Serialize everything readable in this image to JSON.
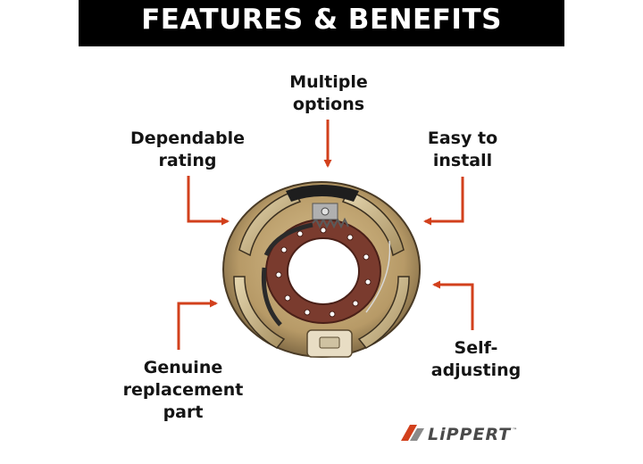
{
  "header": {
    "title": "FEATURES & BENEFITS"
  },
  "callouts": {
    "top": [
      "Multiple",
      "options"
    ],
    "left_top": [
      "Dependable",
      "rating"
    ],
    "right_top": [
      "Easy to",
      "install"
    ],
    "left_bottom": [
      "Genuine",
      "replacement",
      "part"
    ],
    "right_bottom": [
      "Self-",
      "adjusting"
    ]
  },
  "brand": {
    "name": "LiPPERT",
    "trademark": "™",
    "logo_icon": "lippert-chevron-icon"
  },
  "colors": {
    "banner": "#000000",
    "arrow": "#d2401c",
    "text": "#141414",
    "brake_drum": "#b79a67",
    "magnet_plate": "#7a3b2e"
  }
}
